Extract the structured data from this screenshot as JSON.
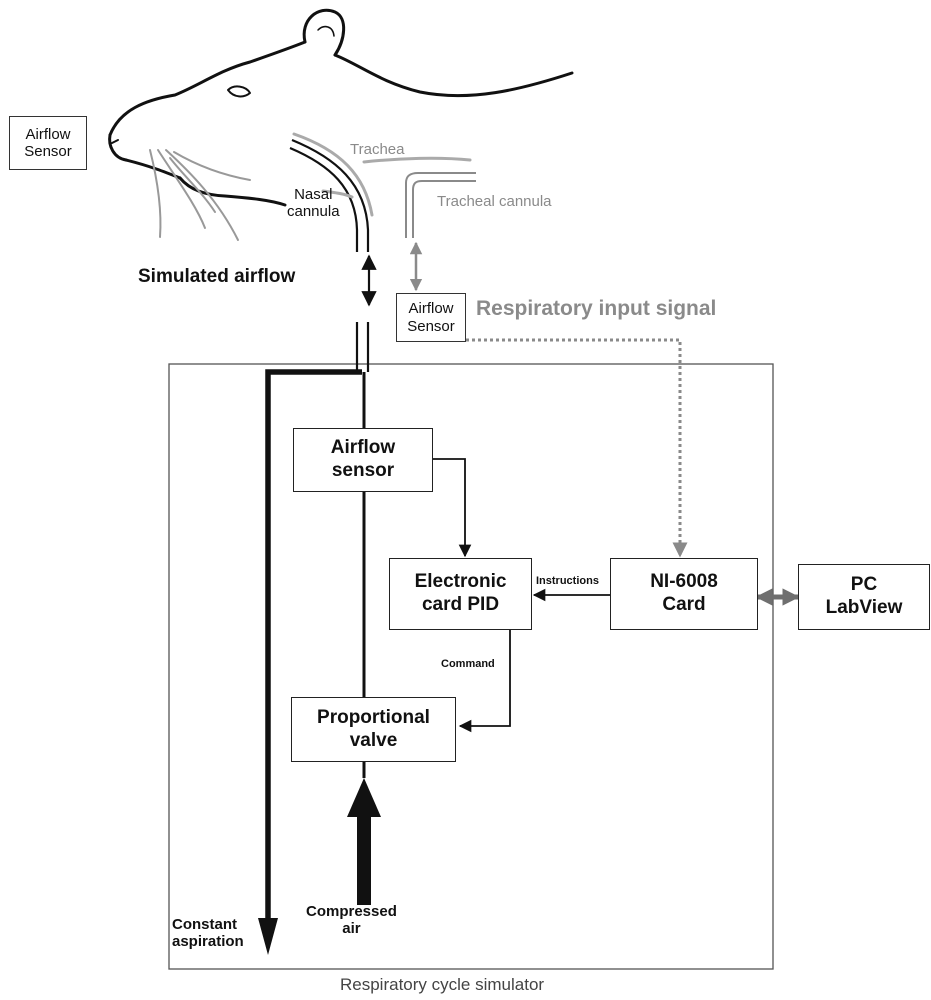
{
  "labels": {
    "airflow_sensor_nose": "Airflow\nSensor",
    "trachea": "Trachea",
    "nasal_cannula": "Nasal\ncannula",
    "tracheal_cannula": "Tracheal cannula",
    "simulated_airflow": "Simulated airflow",
    "airflow_sensor_trachea": "Airflow\nSensor",
    "respiratory_input_signal": "Respiratory input signal",
    "airflow_sensor_box": "Airflow\nsensor",
    "electronic_card_pid": "Electronic\ncard PID",
    "instructions": "Instructions",
    "ni_card": "NI-6008\nCard",
    "pc_labview": "PC\nLabView",
    "command": "Command",
    "proportional_valve": "Proportional\nvalve",
    "constant_aspiration": "Constant\naspiration",
    "compressed_air": "Compressed\nair",
    "simulator_caption": "Respiratory cycle simulator"
  },
  "colors": {
    "line": "#111111",
    "gray": "#8a8a8a",
    "arrow_gray": "#6f6f6f"
  }
}
